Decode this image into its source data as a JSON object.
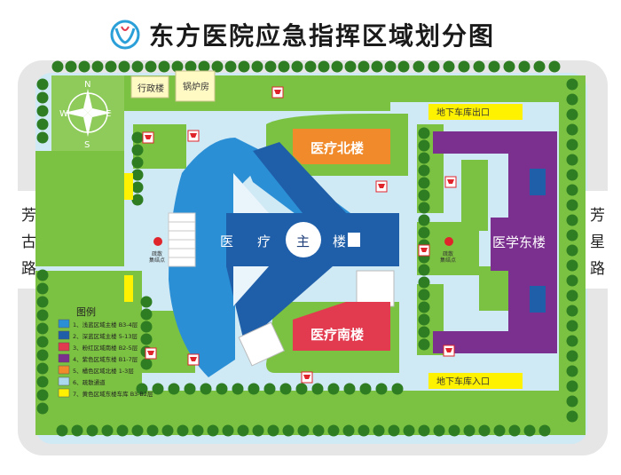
{
  "title": "东方医院应急指挥区域划分图",
  "roads": {
    "left": [
      "芳",
      "古",
      "路"
    ],
    "right": [
      "芳",
      "星",
      "路"
    ]
  },
  "compass": {
    "n": "N",
    "s": "S",
    "e": "E",
    "w": "W"
  },
  "buildings": {
    "admin": "行政楼",
    "boiler": "锅炉房",
    "north": "医疗北楼",
    "south": "医疗南楼",
    "east": "医学东楼",
    "main": [
      "医",
      "疗",
      "主",
      "楼"
    ]
  },
  "parking": {
    "exit": "地下车库出口",
    "entrance": "地下车库入口"
  },
  "assembly_point": "疏散\n集结点",
  "legend": {
    "title": "图例",
    "items": [
      {
        "label": "1、浅蓝区域主楼 B3-4层",
        "color": "#2b8fd6"
      },
      {
        "label": "2、深蓝区域主楼 5-13层",
        "color": "#1f5ea8"
      },
      {
        "label": "3、粉红区域南楼 B2-5层",
        "color": "#e23a4e"
      },
      {
        "label": "4、紫色区域东楼 B1-7层",
        "color": "#7b2f8f"
      },
      {
        "label": "5、橘色区域北楼 1-3层",
        "color": "#f08a2a"
      },
      {
        "label": "6、疏散通道",
        "color": "#a9d8ef"
      },
      {
        "label": "7、黄色区域东楼车库 B3-B2层",
        "color": "#fff200"
      }
    ]
  },
  "colors": {
    "grass": "#7cc242",
    "grass_dark": "#4f9a2c",
    "tree": "#2e7d22",
    "path": "#d7eef8",
    "light_blue": "#2b8fd6",
    "dark_blue": "#1f5ea8",
    "pink": "#e23a4e",
    "purple": "#7b2f8f",
    "orange": "#f08a2a",
    "yellow": "#fff200"
  }
}
